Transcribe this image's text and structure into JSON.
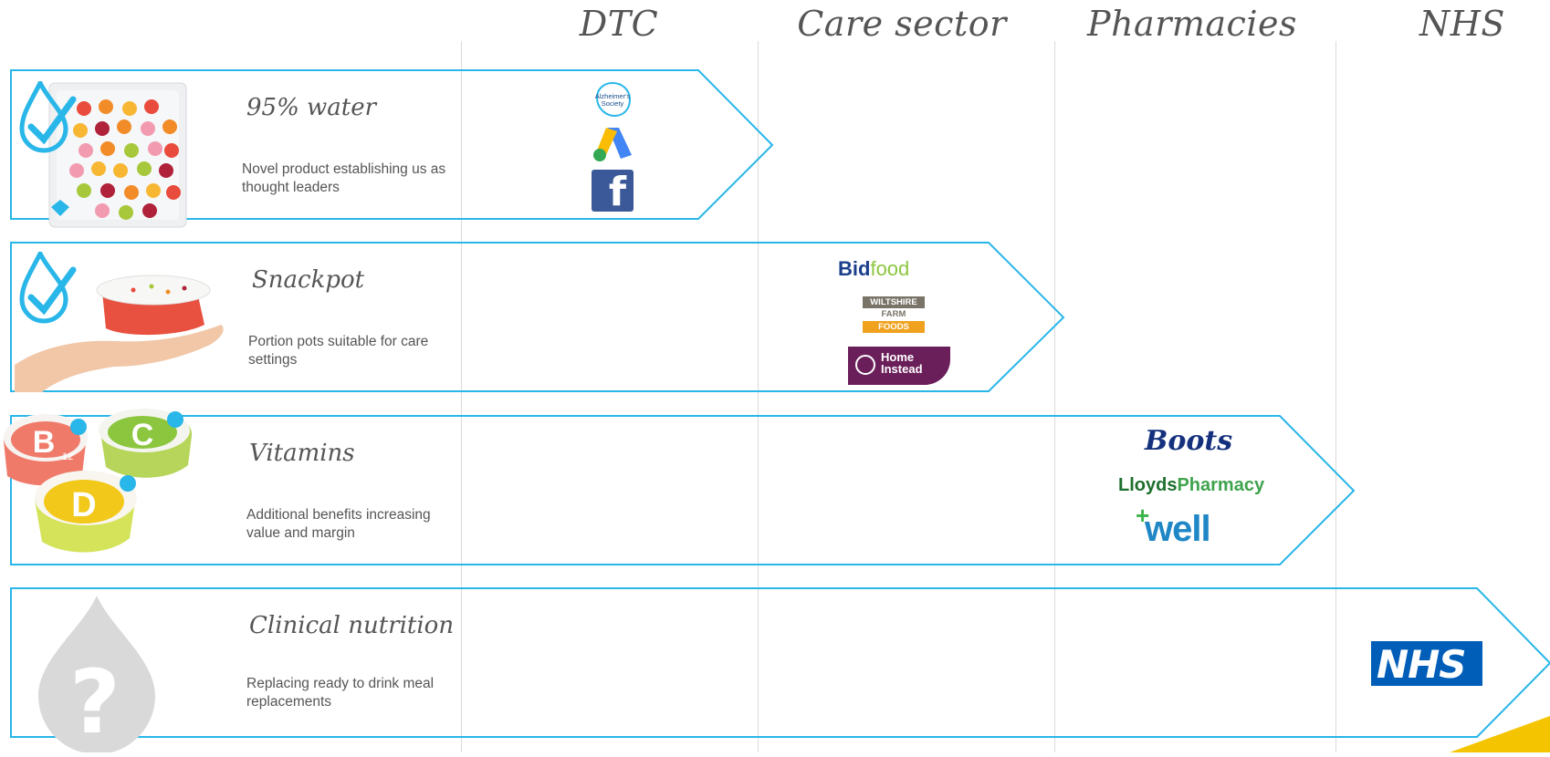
{
  "columns": [
    "DTC",
    "Care sector",
    "Pharmacies",
    "NHS"
  ],
  "rows": [
    {
      "title": "95% water",
      "description": "Novel product establishing us as thought leaders",
      "logos": [
        "Alzheimer's Society",
        "Google Ads",
        "f"
      ]
    },
    {
      "title": "Snackpot",
      "description": "Portion pots suitable for care settings",
      "logos": [
        "Bidfood",
        "WILTSHIRE",
        "FARM",
        "FOODS",
        "Home Instead"
      ]
    },
    {
      "title": "Vitamins",
      "description": "Additional benefits increasing value and margin",
      "logos": [
        "Boots",
        "LloydsPharmacy",
        "well"
      ]
    },
    {
      "title": "Clinical nutrition",
      "description": "Replacing ready to drink meal replacements",
      "logos": [
        "NHS"
      ]
    }
  ],
  "logo_sub": {
    "alz_line1": "Alzheimer's",
    "alz_line2": "Society",
    "bid_prefix": "Bid",
    "bid_suffix": "food",
    "home_line1": "Home",
    "home_line2": "Instead",
    "lloyds_a": "Lloyds",
    "lloyds_b": "Pharmacy",
    "vitamin_b": "B",
    "vitamin_b_sub": "12",
    "vitamin_c": "C",
    "vitamin_d": "D",
    "question": "?"
  },
  "colors": {
    "arrow": "#29b6e8",
    "check": "#29b6e8",
    "text": "#555555",
    "nhs": "#005eb8",
    "facebook": "#3b5998",
    "bidfood_blue": "#1c3f8c",
    "bidfood_green": "#8cc63f",
    "wiltshire_grey": "#7a7468",
    "wiltshire_orange": "#f0a21e",
    "home_instead": "#6a1f5a",
    "boots": "#15317e",
    "lloyds_green": "#2e8b3a",
    "well_green": "#3bb44a",
    "well_blue": "#1f87c6",
    "accent_corner": "#f5c400"
  },
  "icons": [
    "check-drop-icon",
    "question-drop-icon"
  ]
}
